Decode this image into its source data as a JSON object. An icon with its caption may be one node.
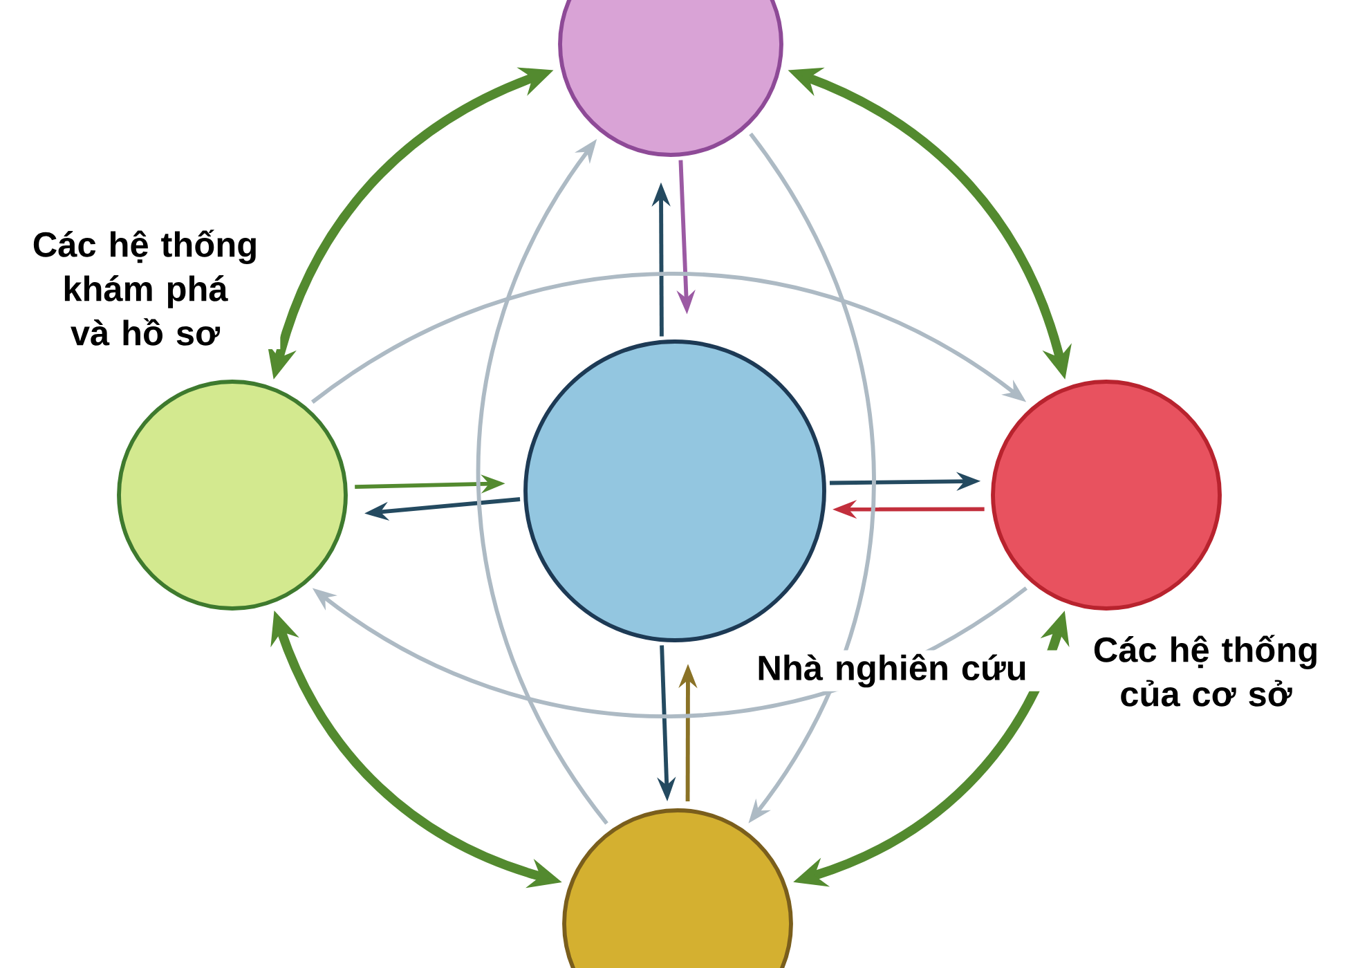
{
  "diagram": {
    "nodes": [
      {
        "text": [],
        "shape": "circle"
      },
      {
        "text": [],
        "shape": "circle",
        "beside": [
          "Các hệ thống khám phá và hồ sơ"
        ]
      },
      {
        "text": [],
        "shape": "circle",
        "beside": [
          "Nhà nghiên cứu"
        ]
      },
      {
        "text": [],
        "shape": "circle",
        "beside": [
          "Các hệ thống của cơ sở"
        ]
      },
      {
        "text": [],
        "shape": "circle"
      }
    ],
    "edges": [
      {
        "from": 0,
        "to": 1,
        "arrow": "both",
        "style": "thick",
        "color": "#538a2f"
      },
      {
        "from": 0,
        "to": 3,
        "arrow": "both",
        "style": "thick",
        "color": "#538a2f"
      },
      {
        "from": 1,
        "to": 4,
        "arrow": "both",
        "style": "thick",
        "color": "#538a2f"
      },
      {
        "from": 3,
        "to": 4,
        "arrow": "both",
        "style": "thick",
        "color": "#538a2f"
      },
      {
        "from": 2,
        "to": 0,
        "arrow": "to"
      },
      {
        "from": 0,
        "to": 2,
        "arrow": "to",
        "color": "#9b5aa3"
      },
      {
        "from": 1,
        "to": 2,
        "arrow": "to",
        "color": "#538a2f"
      },
      {
        "from": 2,
        "to": 1,
        "arrow": "to"
      },
      {
        "from": 2,
        "to": 3,
        "arrow": "to"
      },
      {
        "from": 3,
        "to": 2,
        "arrow": "to",
        "color": "#c22f3c"
      },
      {
        "from": 2,
        "to": 4,
        "arrow": "to"
      },
      {
        "from": 4,
        "to": 2,
        "arrow": "to",
        "color": "#8a7226"
      },
      {
        "from": 1,
        "to": 3,
        "arrow": "to",
        "color": "#adbac4"
      },
      {
        "from": 3,
        "to": 1,
        "arrow": "to",
        "color": "#adbac4"
      },
      {
        "from": 4,
        "to": 0,
        "arrow": "to",
        "color": "#adbac4"
      },
      {
        "from": 0,
        "to": 4,
        "arrow": "to",
        "color": "#adbac4"
      }
    ]
  }
}
